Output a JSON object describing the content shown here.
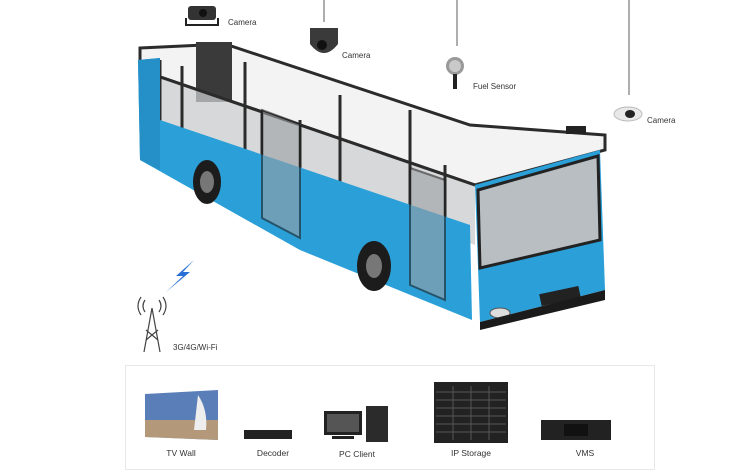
{
  "devices_top": [
    {
      "label": "Camera",
      "icon": "vehicle-camera-icon"
    },
    {
      "label": "Camera",
      "icon": "turret-camera-icon"
    },
    {
      "label": "Fuel Sensor",
      "icon": "fuel-sensor-icon"
    },
    {
      "label": "Camera",
      "icon": "dome-camera-icon"
    }
  ],
  "network": {
    "label": "3G/4G/Wi-Fi",
    "icon": "antenna-tower-icon"
  },
  "backend": [
    {
      "label": "TV Wall",
      "icon": "tv-wall-icon"
    },
    {
      "label": "Decoder",
      "icon": "decoder-icon"
    },
    {
      "label": "PC Client",
      "icon": "pc-client-icon"
    },
    {
      "label": "IP Storage",
      "icon": "ip-storage-icon"
    },
    {
      "label": "VMS",
      "icon": "vms-icon"
    }
  ],
  "colors": {
    "bus_blue": "#2a9fd8",
    "frame": "#2b2b2b",
    "text": "#333333"
  }
}
